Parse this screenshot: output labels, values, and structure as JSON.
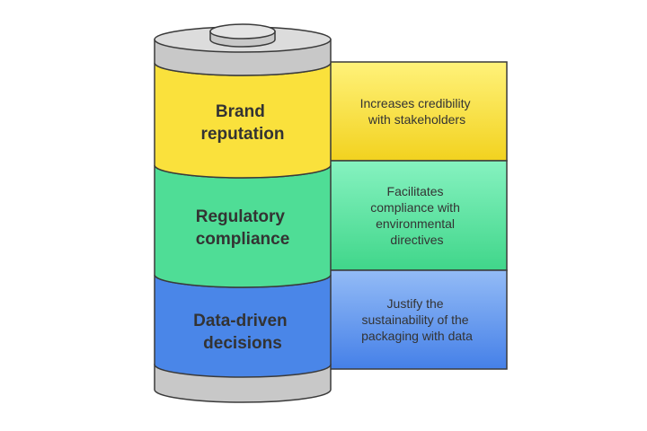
{
  "segments": [
    {
      "title_lines": [
        "Brand",
        "reputation"
      ],
      "description_lines": [
        "Increases credibility",
        "with stakeholders"
      ],
      "color": "#fae13c",
      "color_light": "#fff27a",
      "color_dark": "#f2d21f"
    },
    {
      "title_lines": [
        "Regulatory",
        "compliance"
      ],
      "description_lines": [
        "Facilitates",
        "compliance with",
        "environmental",
        "directives"
      ],
      "color": "#4fdd96",
      "color_light": "#86f2c0",
      "color_dark": "#40d68a"
    },
    {
      "title_lines": [
        "Data-driven",
        "decisions"
      ],
      "description_lines": [
        "Justify the",
        "sustainability of the",
        "packaging with data"
      ],
      "color": "#4a86e8",
      "color_light": "#93bbf6",
      "color_dark": "#4580e8"
    }
  ],
  "colors": {
    "battery_casing": "#c8c8c8",
    "battery_casing_dark": "#b4b4b4",
    "outline": "#3a3a3a",
    "text": "#333333"
  }
}
